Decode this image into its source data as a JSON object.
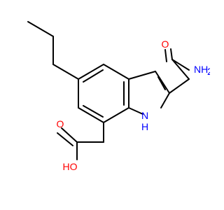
{
  "molecule": {
    "colors": {
      "bond": "#000000",
      "oxygen": "#ff0000",
      "nitrogen": "#0000ff",
      "background": "#ffffff"
    },
    "atoms": {
      "amide_O": "O",
      "amide_N": "NH",
      "amide_N_sub": "2",
      "indole_N": "N",
      "indole_H": "H",
      "acid_O": "O",
      "acid_OH": "HO"
    }
  }
}
